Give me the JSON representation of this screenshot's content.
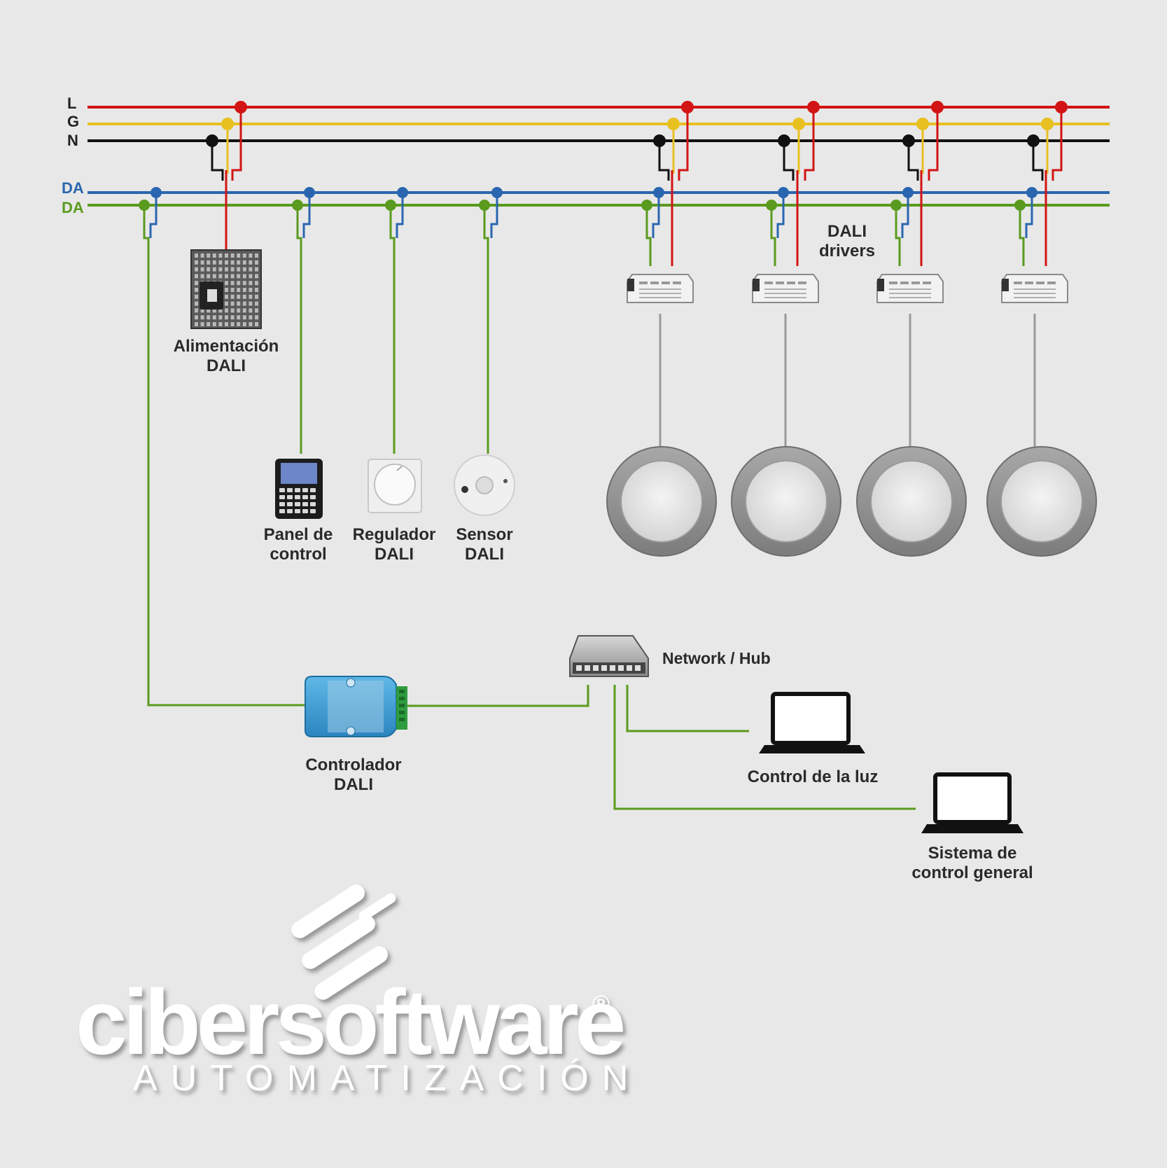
{
  "bus": {
    "l_label": "L",
    "g_label": "G",
    "n_label": "N",
    "da1_label": "DA",
    "da2_label": "DA"
  },
  "devices": {
    "power_supply": {
      "line1": "Alimentación",
      "line2": "DALI"
    },
    "control_panel": {
      "line1": "Panel de",
      "line2": "control"
    },
    "dimmer": {
      "line1": "Regulador",
      "line2": "DALI"
    },
    "sensor": {
      "line1": "Sensor",
      "line2": "DALI"
    },
    "drivers": {
      "line1": "DALI",
      "line2": "drivers"
    },
    "controller": {
      "line1": "Controlador",
      "line2": "DALI"
    },
    "hub": {
      "label": "Network / Hub"
    },
    "laptop_light": {
      "label": "Control de la luz"
    },
    "laptop_general": {
      "line1": "Sistema de",
      "line2": "control general"
    }
  },
  "logo": {
    "name": "cibersoftware",
    "registered": "®",
    "tagline": "AUTOMATIZACIÓN"
  },
  "colors": {
    "background": "#e8e8e8",
    "line_l": "#d21414",
    "line_g": "#e8c020",
    "line_n": "#111111",
    "line_da_blue": "#2a66b0",
    "line_da_green": "#5a9a1e"
  }
}
